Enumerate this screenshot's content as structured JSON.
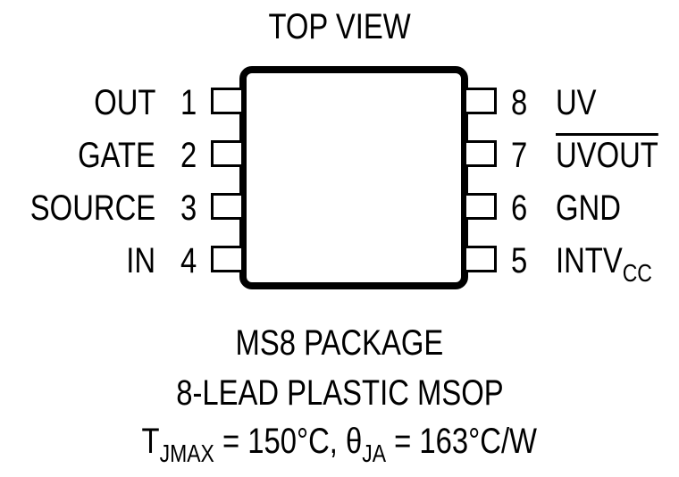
{
  "header": {
    "title": "TOP VIEW"
  },
  "package": {
    "pins_left": [
      {
        "name": "OUT",
        "number": "1"
      },
      {
        "name": "GATE",
        "number": "2"
      },
      {
        "name": "SOURCE",
        "number": "3"
      },
      {
        "name": "IN",
        "number": "4"
      }
    ],
    "pins_right": [
      {
        "name": "UV",
        "number": "8"
      },
      {
        "name": "UVOUT",
        "number": "7",
        "overbar": true
      },
      {
        "name": "GND",
        "number": "6"
      },
      {
        "name": "INTV",
        "subscript": "CC",
        "number": "5"
      }
    ]
  },
  "footer": {
    "line1": "MS8 PACKAGE",
    "line2": "8-LEAD PLASTIC MSOP",
    "line3": {
      "t": "T",
      "t_sub": "JMAX",
      "t_value": " = 150°C, θ",
      "theta_sub": "JA",
      "theta_value": " = 163°C/W"
    }
  }
}
